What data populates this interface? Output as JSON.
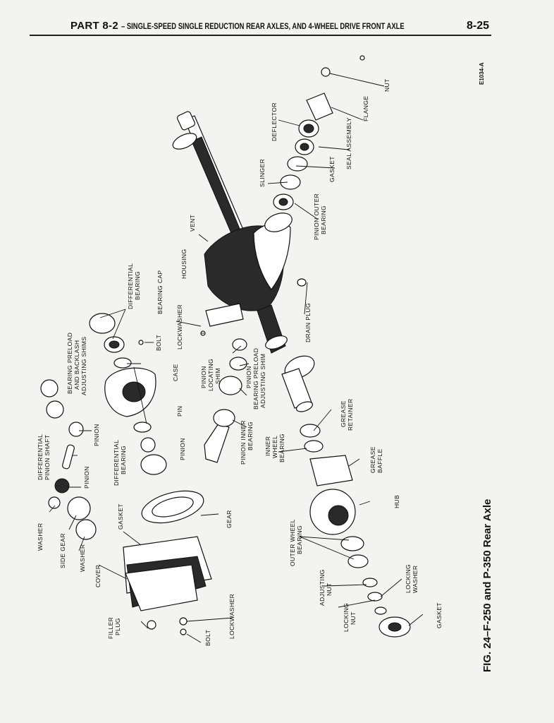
{
  "header": {
    "part": "PART 8-2",
    "title": "– SINGLE-SPEED SINGLE REDUCTION REAR AXLES, AND 4-WHEEL DRIVE FRONT AXLE",
    "page": "8-25"
  },
  "figure": {
    "caption": "FIG. 24–F-250 and P-350 Rear Axle",
    "code": "E1034-A"
  },
  "labels": {
    "nut": "NUT",
    "flange": "FLANGE",
    "deflector": "DEFLECTOR",
    "seal_assembly": "SEAL ASSEMBLY",
    "gasket_pinion": "GASKET",
    "slinger": "SLINGER",
    "pinion_outer_bearing_1": "PINION OUTER",
    "pinion_outer_bearing_2": "BEARING",
    "vent": "VENT",
    "housing": "HOUSING",
    "differential_bearing_top_1": "DIFFERENTIAL",
    "differential_bearing_top_2": "BEARING",
    "bearing_cap": "BEARING CAP",
    "drain_plug": "DRAIN PLUG",
    "lockwasher_cap": "LOCKWASHER",
    "bolt_cap": "BOLT",
    "shims_1": "BEARING PRELOAD",
    "shims_2": "AND BACKLASH",
    "shims_3": "ADJUSTING SHIMS",
    "case": "CASE",
    "pinion_locating_shim_1": "PINION",
    "pinion_locating_shim_2": "LOCATING",
    "pinion_locating_shim_3": "SHIM",
    "pinion_preload_shim_1": "PINION",
    "pinion_preload_shim_2": "BEARING PRELOAD",
    "pinion_preload_shim_3": "ADJUSTING SHIM",
    "pin": "PIN",
    "grease_retainer_1": "GREASE",
    "grease_retainer_2": "RETAINER",
    "differential_pinion_shaft_1": "DIFFERENTIAL",
    "differential_pinion_shaft_2": "PINION SHAFT",
    "pinion_small": "PINION",
    "differential_bearing_low_1": "DIFFERENTIAL",
    "differential_bearing_low_2": "BEARING",
    "pinion_main": "PINION",
    "pinion_inner_bearing_1": "PINION INNER",
    "pinion_inner_bearing_2": "BEARING",
    "inner_wheel_bearing_1": "INNER",
    "inner_wheel_bearing_2": "WHEEL",
    "inner_wheel_bearing_3": "BEARING",
    "grease_baffle_1": "GREASE",
    "grease_baffle_2": "BAFFLE",
    "pinion_left": "PINION",
    "washer_left": "WASHER",
    "side_gear": "SIDE GEAR",
    "washer_left_2": "WASHER",
    "gasket_cover": "GASKET",
    "gear": "GEAR",
    "hub": "HUB",
    "cover": "COVER",
    "outer_wheel_bearing_1": "OUTER WHEEL",
    "outer_wheel_bearing_2": "BEARING",
    "filler_plug_1": "FILLER",
    "filler_plug_2": "PLUG",
    "lockwasher_cover": "LOCKWASHER",
    "bolt_cover": "BOLT",
    "adjusting_nut_1": "ADJUSTING",
    "adjusting_nut_2": "NUT",
    "locking_washer_1": "LOCKING",
    "locking_washer_2": "WASHER",
    "locking_nut_1": "LOCKING",
    "locking_nut_2": "NUT",
    "gasket_hub": "GASKET"
  }
}
